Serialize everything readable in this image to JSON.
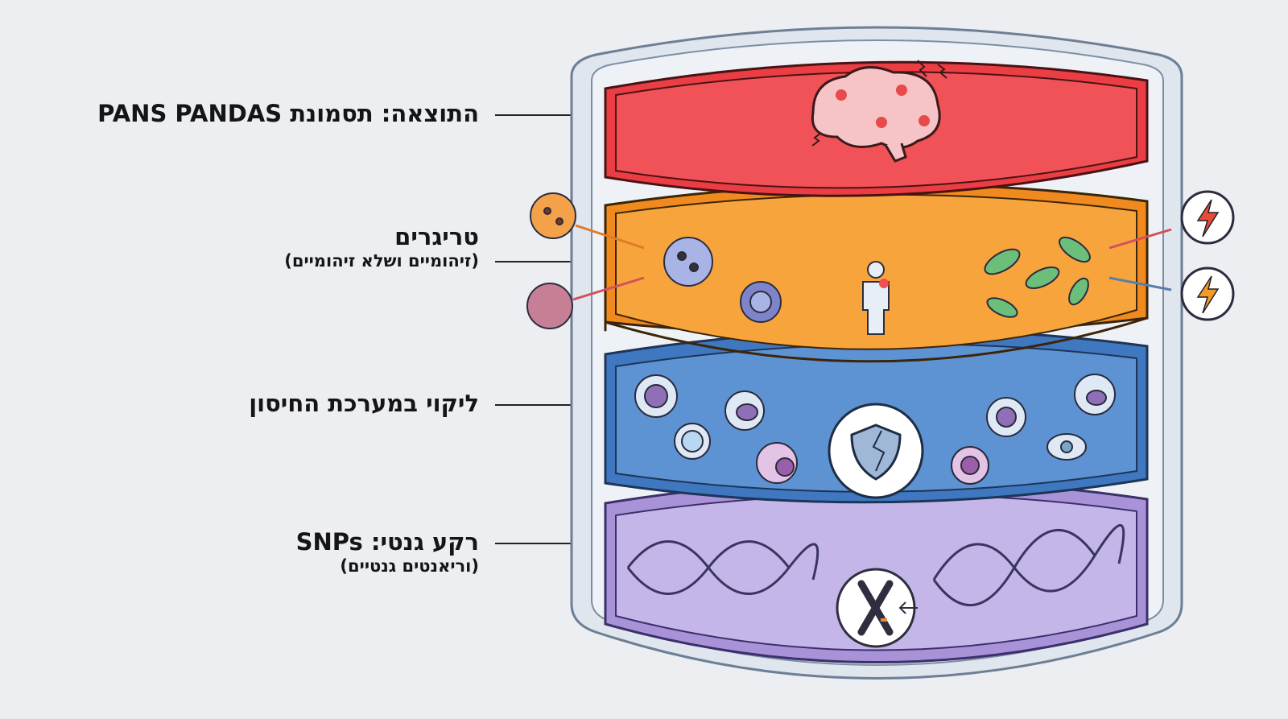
{
  "layers": [
    {
      "title": "התוצאה: תסמונת PANS PANDAS",
      "color": "#ef4a4f",
      "icon": "brain-icon"
    },
    {
      "title": "טריגרים",
      "subtitle": "(זיהומיים ושלא זיהומיים)",
      "color": "#f7962f",
      "icon": "virus-icon"
    },
    {
      "title": "ליקוי במערכת החיסון",
      "color": "#4f86c9",
      "icon": "shield-icon"
    },
    {
      "title": "רקע גנטי: SNPs",
      "subtitle": "(וריאנטים גנטיים)",
      "color": "#b8a6df",
      "icon": "dna-icon"
    }
  ]
}
